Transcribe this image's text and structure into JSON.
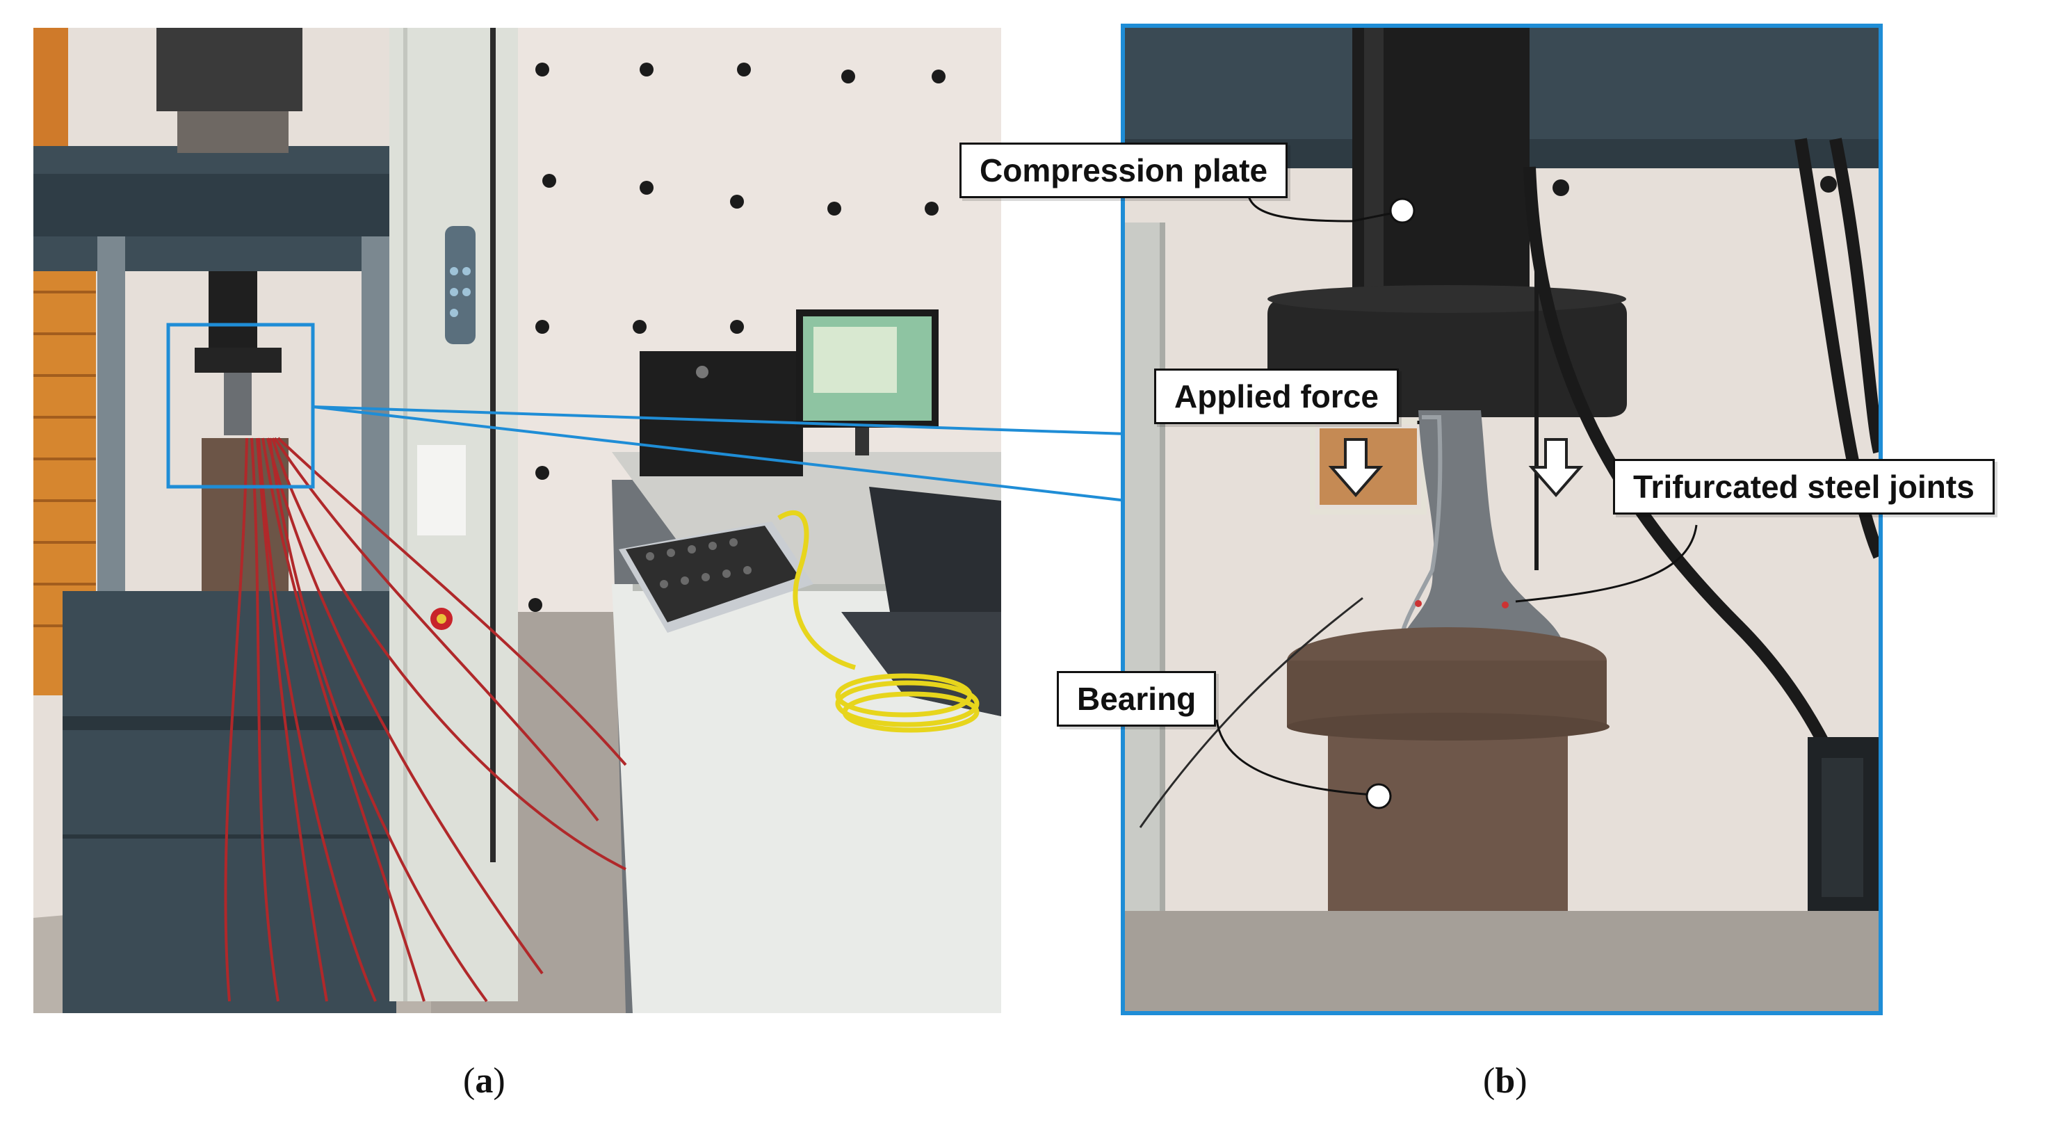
{
  "figure": {
    "callouts": {
      "compression_plate": "Compression plate",
      "applied_force": "Applied force",
      "trifurcated_steel_joints": "Trifurcated steel joints",
      "bearing": "Bearing"
    },
    "captions": {
      "a_letter": "a",
      "b_letter": "b"
    }
  },
  "colors": {
    "frame_blue": "#1f8dd6",
    "wall": "#e8e1dc",
    "machine_dark": "#2e3a42",
    "bearing_brown": "#6e574a",
    "red_wire": "#b0282a",
    "yellow_cable": "#e7d51c"
  }
}
